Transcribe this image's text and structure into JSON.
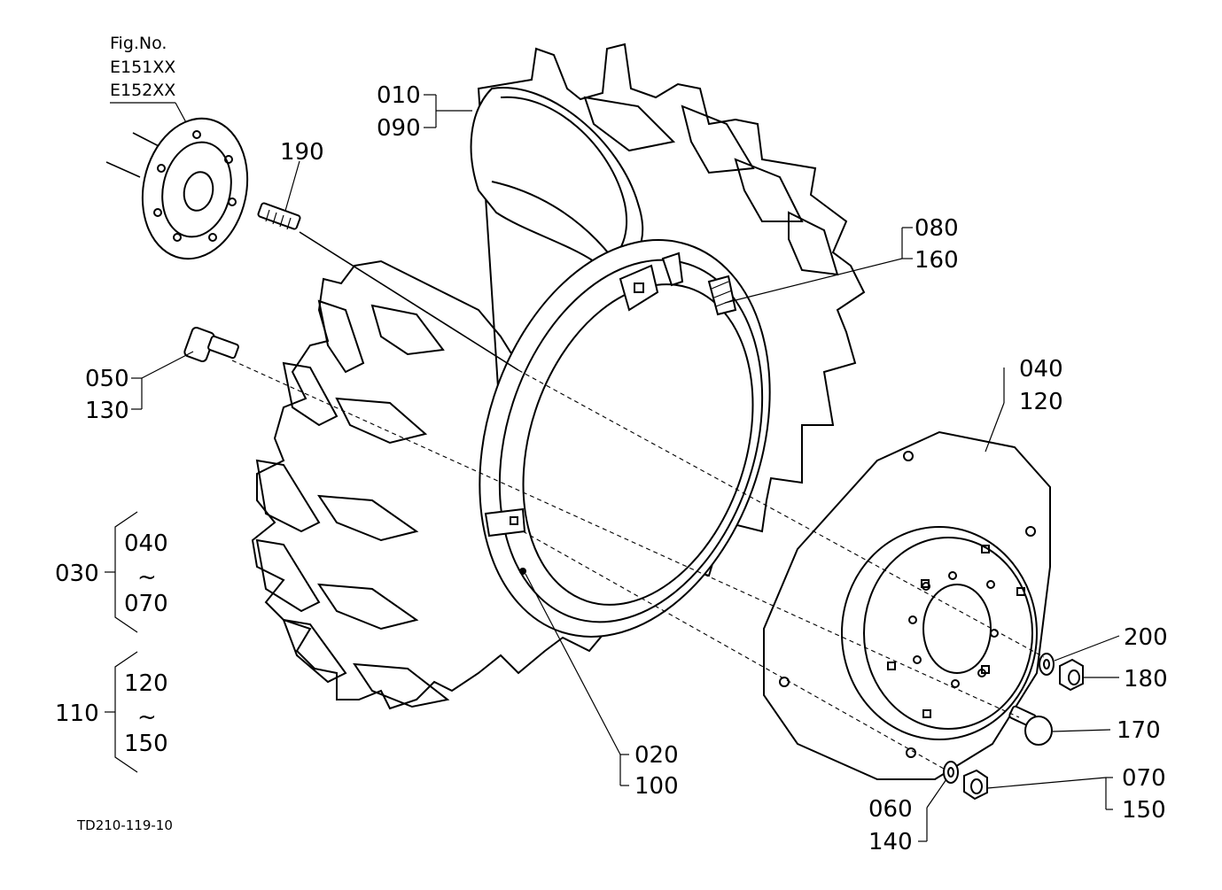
{
  "figure": {
    "fig_no_label": "Fig.No.",
    "fig_codes": [
      "E151XX",
      "E152XX"
    ],
    "drawing_code": "TD210-119-10"
  },
  "labels": {
    "p010": "010",
    "p090": "090",
    "p190": "190",
    "p080": "080",
    "p160": "160",
    "p050": "050",
    "p130": "130",
    "p040": "040",
    "p120": "120",
    "p200": "200",
    "p180": "180",
    "p170": "170",
    "p070": "070",
    "p150": "150",
    "p060": "060",
    "p140": "140",
    "p020": "020",
    "p100": "100"
  },
  "groups": [
    {
      "id": "030",
      "from": "040",
      "tilde": "~",
      "to": "070"
    },
    {
      "id": "110",
      "from": "120",
      "tilde": "~",
      "to": "150"
    }
  ]
}
